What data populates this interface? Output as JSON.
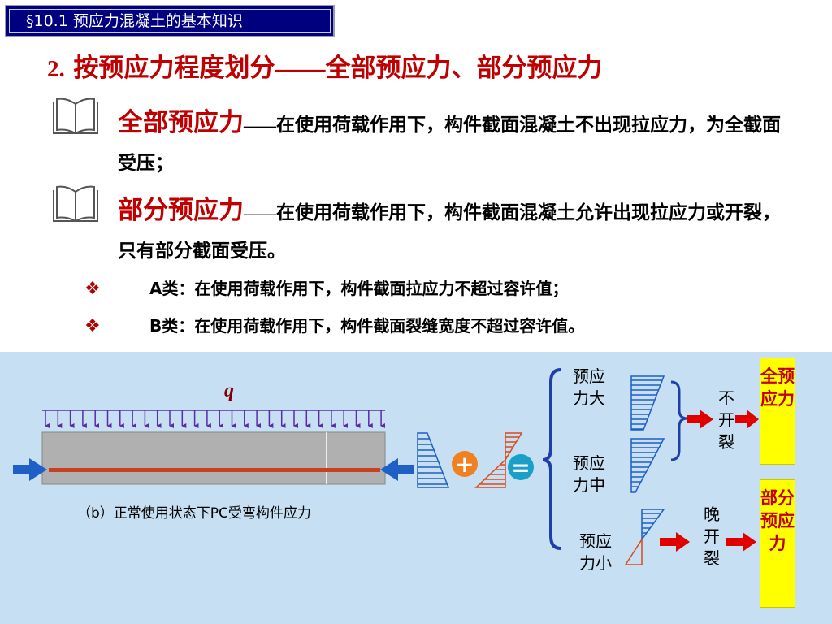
{
  "section": {
    "label": "§10.1  预应力混凝土的基本知识"
  },
  "title": {
    "number": "2.",
    "main": "按预应力程度划分",
    "dash": "——",
    "rest": "全部预应力、部分预应力"
  },
  "items": [
    {
      "keyword": "全部预应力",
      "dash": "——",
      "text": "在使用荷载作用下，构件截面混凝土不出现拉应力，为全截面受压；"
    },
    {
      "keyword": "部分预应力",
      "dash": "——",
      "text": "在使用荷载作用下，构件截面混凝土允许出现拉应力或开裂，只有部分截面受压。"
    }
  ],
  "bullets": [
    {
      "label": "A类：在使用荷载作用下，构件截面拉应力不超过容许值；"
    },
    {
      "label": "B类：在使用荷载作用下，构件截面裂缝宽度不超过容许值。"
    }
  ],
  "figure": {
    "load_symbol": "q",
    "caption": "（b）正常使用状态下PC受弯构件应力",
    "labels": {
      "large": "预应\n力大",
      "medium": "预应\n力中",
      "small": "预应\n力小",
      "no_crack": "不开裂",
      "late_crack": "晚开裂",
      "full_box": "全预应力",
      "partial_box": "部分预应力"
    },
    "plus_sign": "+",
    "equals_sign": "="
  },
  "colors": {
    "red_text": "#c00000",
    "panel_bg": "#c6dff2",
    "blue_arrow": "#1f5fc8",
    "beam_bar": "#c8401e"
  }
}
